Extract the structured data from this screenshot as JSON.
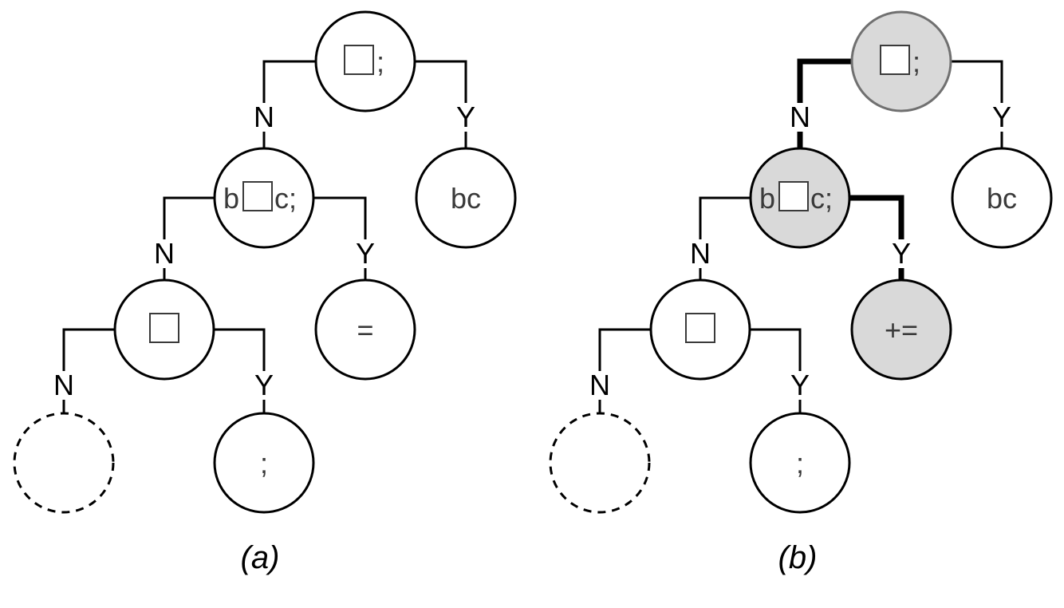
{
  "panels": [
    {
      "caption": "(a)",
      "nodes": [
        {
          "id": "root",
          "label": ";",
          "hole": "before",
          "style": "normal"
        },
        {
          "id": "n1",
          "label_pre": "b",
          "label": "c;",
          "hole": "middle",
          "style": "normal"
        },
        {
          "id": "y1",
          "label": "bc",
          "hole": "none",
          "style": "normal"
        },
        {
          "id": "n2",
          "label": "",
          "hole": "only",
          "style": "normal"
        },
        {
          "id": "y2",
          "label": "=",
          "hole": "none",
          "style": "normal"
        },
        {
          "id": "n3",
          "label": "",
          "hole": "none",
          "style": "dashed"
        },
        {
          "id": "y3",
          "label": ";",
          "hole": "none",
          "style": "normal"
        }
      ],
      "edges": [
        {
          "from": "root",
          "to": "n1",
          "label": "N",
          "bold": false
        },
        {
          "from": "root",
          "to": "y1",
          "label": "Y",
          "bold": false
        },
        {
          "from": "n1",
          "to": "n2",
          "label": "N",
          "bold": false
        },
        {
          "from": "n1",
          "to": "y2",
          "label": "Y",
          "bold": false
        },
        {
          "from": "n2",
          "to": "n3",
          "label": "N",
          "bold": false
        },
        {
          "from": "n2",
          "to": "y3",
          "label": "Y",
          "bold": false
        }
      ]
    },
    {
      "caption": "(b)",
      "nodes": [
        {
          "id": "root",
          "label": ";",
          "hole": "before",
          "style": "highlight-grey"
        },
        {
          "id": "n1",
          "label_pre": "b",
          "label": "c;",
          "hole": "middle",
          "style": "highlight"
        },
        {
          "id": "y1",
          "label": "bc",
          "hole": "none",
          "style": "normal"
        },
        {
          "id": "n2",
          "label": "",
          "hole": "only",
          "style": "normal"
        },
        {
          "id": "y2",
          "label": "+=",
          "hole": "none",
          "style": "highlight"
        },
        {
          "id": "n3",
          "label": "",
          "hole": "none",
          "style": "dashed"
        },
        {
          "id": "y3",
          "label": ";",
          "hole": "none",
          "style": "normal"
        }
      ],
      "edges": [
        {
          "from": "root",
          "to": "n1",
          "label": "N",
          "bold": true
        },
        {
          "from": "root",
          "to": "y1",
          "label": "Y",
          "bold": false
        },
        {
          "from": "n1",
          "to": "n2",
          "label": "N",
          "bold": false
        },
        {
          "from": "n1",
          "to": "y2",
          "label": "Y",
          "bold": true
        },
        {
          "from": "n2",
          "to": "n3",
          "label": "N",
          "bold": false
        },
        {
          "from": "n2",
          "to": "y3",
          "label": "Y",
          "bold": false
        }
      ]
    }
  ],
  "colors": {
    "highlight": "#d9d9d9",
    "highlight_grey_stroke": "#707070",
    "stroke": "#000000"
  }
}
